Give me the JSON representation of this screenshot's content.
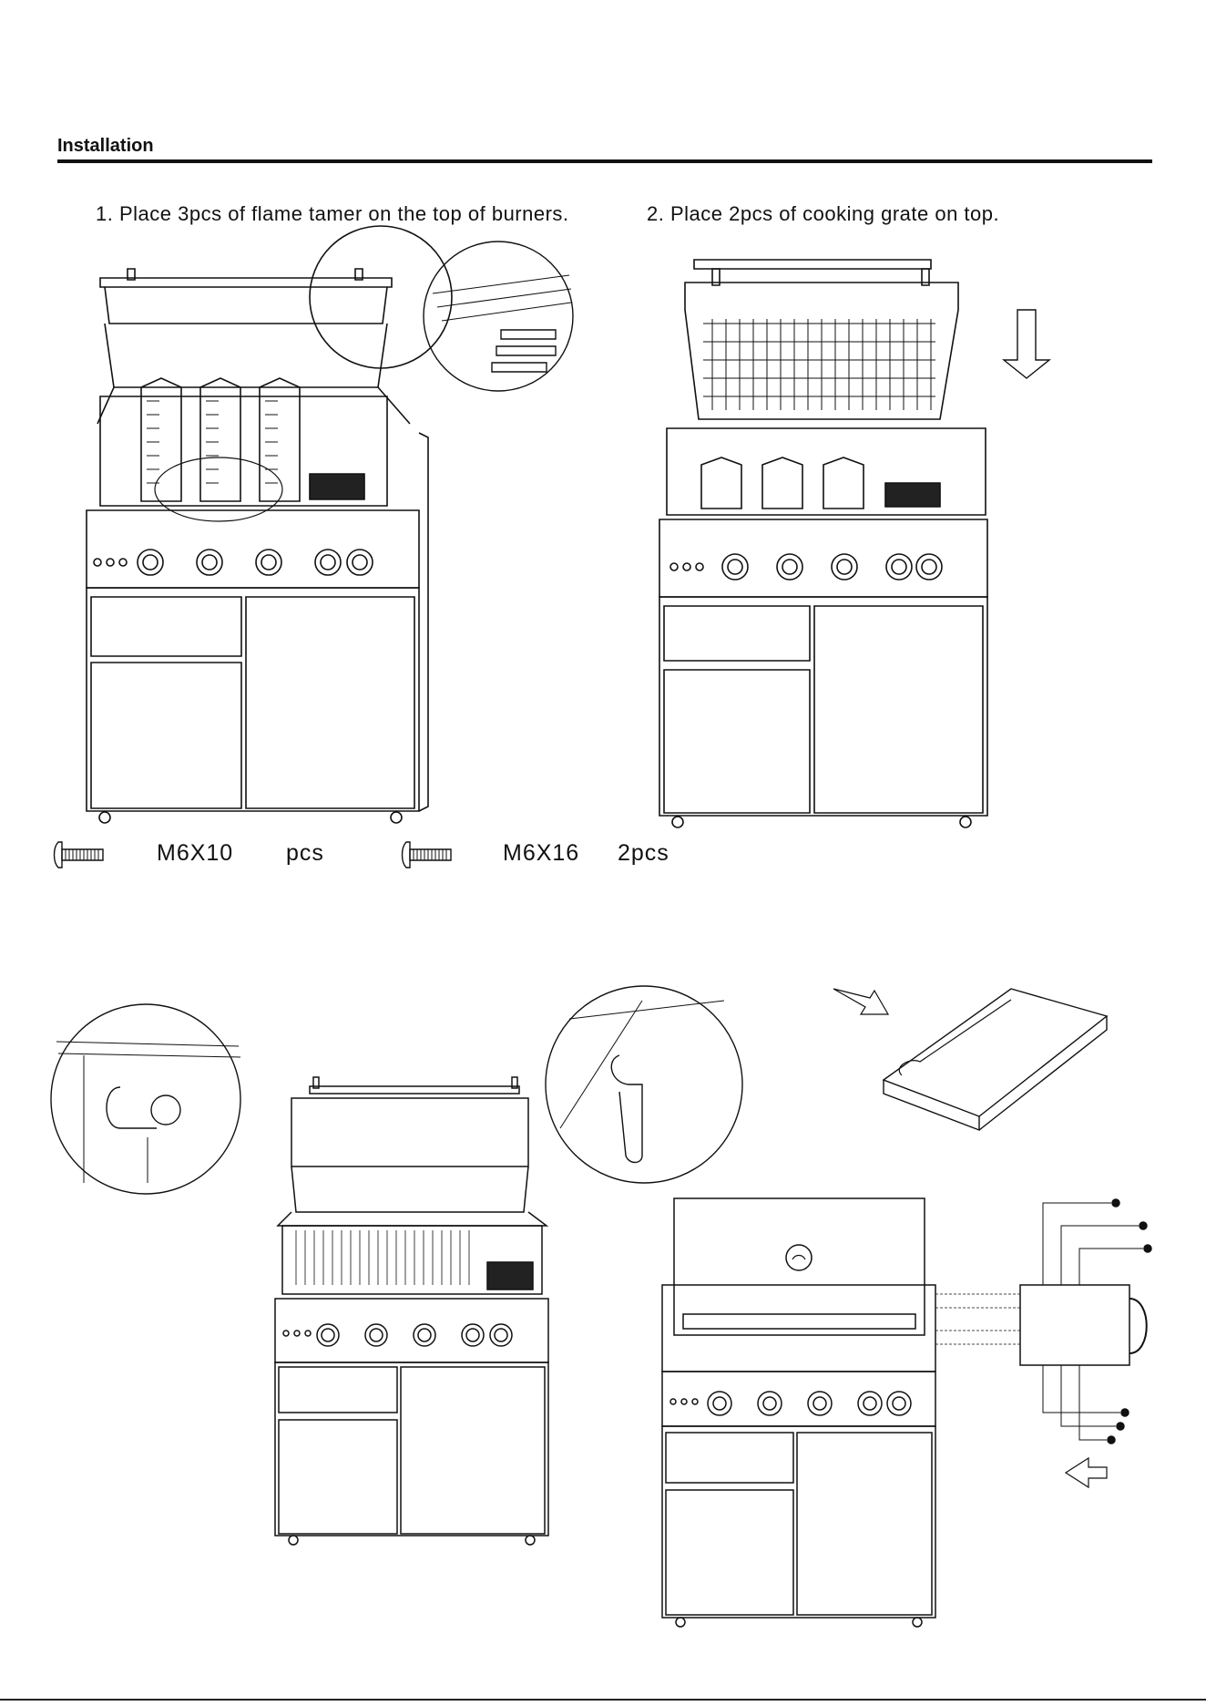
{
  "header": {
    "title": "Installation"
  },
  "steps": [
    {
      "text": "1. Place 3pcs of flame tamer on the top of burners."
    },
    {
      "text": "2. Place 2pcs of cooking grate on top."
    }
  ],
  "hardware": [
    {
      "spec": "M6X10",
      "qty": "pcs",
      "icon": "screw-icon"
    },
    {
      "spec": "M6X16",
      "qty": "2pcs",
      "icon": "screw-icon"
    }
  ],
  "colors": {
    "ink": "#111111",
    "paper": "#ffffff"
  }
}
